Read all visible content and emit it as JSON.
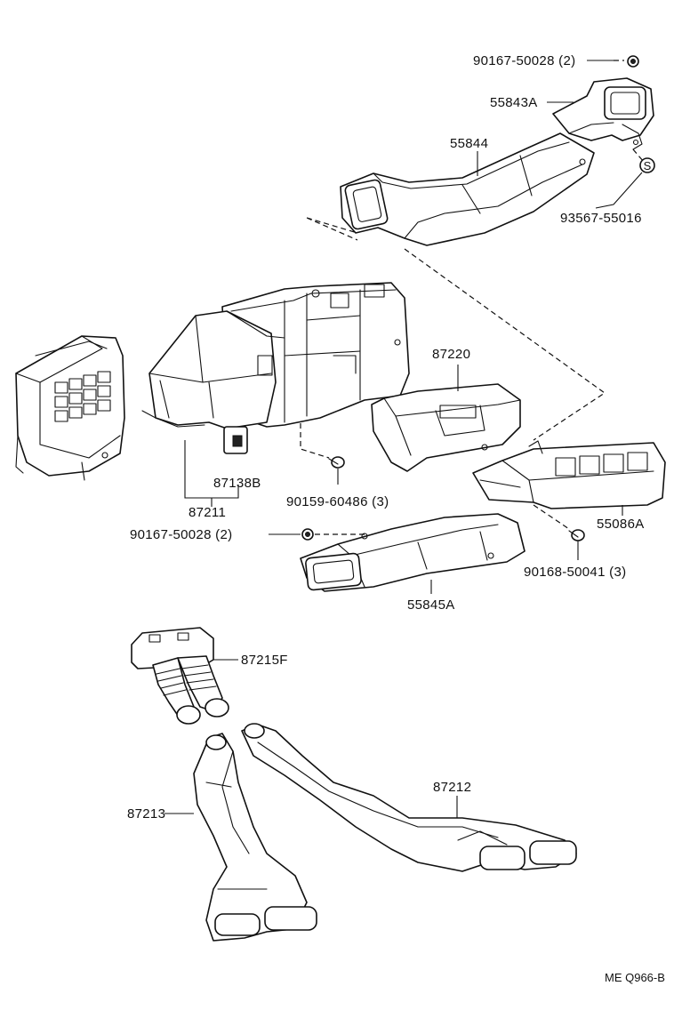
{
  "labels": {
    "p90167_top": "90167-50028 (2)",
    "p55843a": "55843A",
    "p55844": "55844",
    "p93567": "93567-55016",
    "p87220": "87220",
    "p87138b": "87138B",
    "p87211": "87211",
    "p90159": "90159-60486 (3)",
    "p90167_mid": "90167-50028 (2)",
    "p55086a": "55086A",
    "p90168": "90168-50041 (3)",
    "p55845a": "55845A",
    "p87215f": "87215F",
    "p87212": "87212",
    "p87213": "87213"
  },
  "marker_s": "S",
  "diagram_code": "ME Q966-B"
}
